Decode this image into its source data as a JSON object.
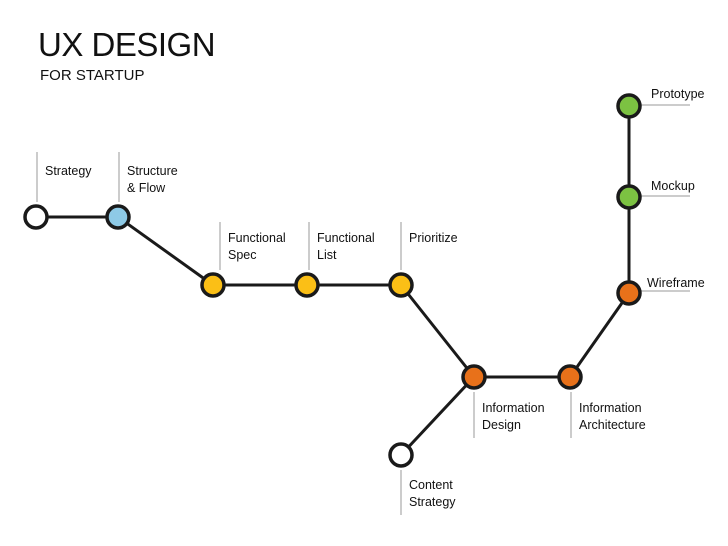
{
  "title": "UX DESIGN",
  "subtitle": "FOR STARTUP",
  "colors": {
    "empty": "#ffffff",
    "blue": "#8ecae6",
    "yellow": "#fbbf16",
    "orange": "#e8711a",
    "green": "#7cc242",
    "stroke": "#1a1a1a",
    "leader": "#999999"
  },
  "nodes": [
    {
      "id": "strategy",
      "label": "Strategy",
      "color": "empty"
    },
    {
      "id": "structure-flow",
      "label": "Structure\n& Flow",
      "color": "blue"
    },
    {
      "id": "functional-spec",
      "label": "Functional\nSpec",
      "color": "yellow"
    },
    {
      "id": "functional-list",
      "label": "Functional\nList",
      "color": "yellow"
    },
    {
      "id": "prioritize",
      "label": "Prioritize",
      "color": "yellow"
    },
    {
      "id": "information-design",
      "label": "Information\nDesign",
      "color": "orange"
    },
    {
      "id": "content-strategy",
      "label": "Content\nStrategy",
      "color": "empty"
    },
    {
      "id": "information-architecture",
      "label": "Information\nArchitecture",
      "color": "orange"
    },
    {
      "id": "wireframe",
      "label": "Wireframe",
      "color": "orange"
    },
    {
      "id": "mockup",
      "label": "Mockup",
      "color": "green"
    },
    {
      "id": "prototype",
      "label": "Prototype",
      "color": "green"
    }
  ],
  "edges": [
    [
      "strategy",
      "structure-flow"
    ],
    [
      "structure-flow",
      "functional-spec"
    ],
    [
      "functional-spec",
      "functional-list"
    ],
    [
      "functional-list",
      "prioritize"
    ],
    [
      "prioritize",
      "information-design"
    ],
    [
      "content-strategy",
      "information-design"
    ],
    [
      "information-design",
      "information-architecture"
    ],
    [
      "information-architecture",
      "wireframe"
    ],
    [
      "wireframe",
      "mockup"
    ],
    [
      "mockup",
      "prototype"
    ]
  ]
}
